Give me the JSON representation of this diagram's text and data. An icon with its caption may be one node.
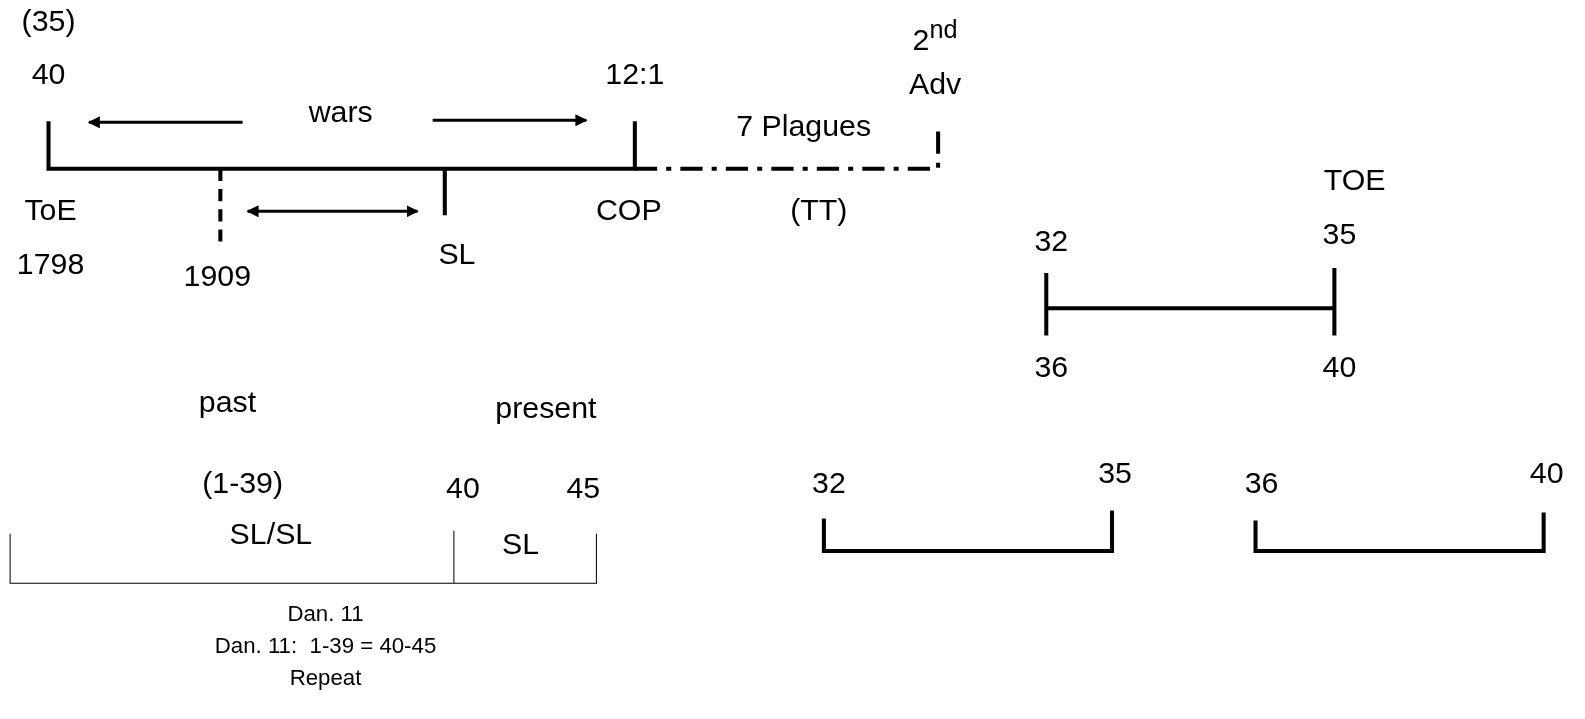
{
  "diagram": {
    "labels": [
      "(35)",
      "2$^{nd}$",
      "40",
      "12:1",
      "Adv",
      "wars",
      "7 Plagues",
      "ToE",
      "COP",
      "(TT)",
      "TOE",
      "1798",
      "1909",
      "SL",
      "32",
      "35",
      "36",
      "40",
      "past",
      "present",
      "(1-39)",
      "40",
      "45",
      "32",
      "35",
      "36",
      "40",
      "SL/SL",
      "SL",
      "Dan. 11",
      "Dan. 11:  1-39 = 40-45",
      "Repeat"
    ]
  }
}
